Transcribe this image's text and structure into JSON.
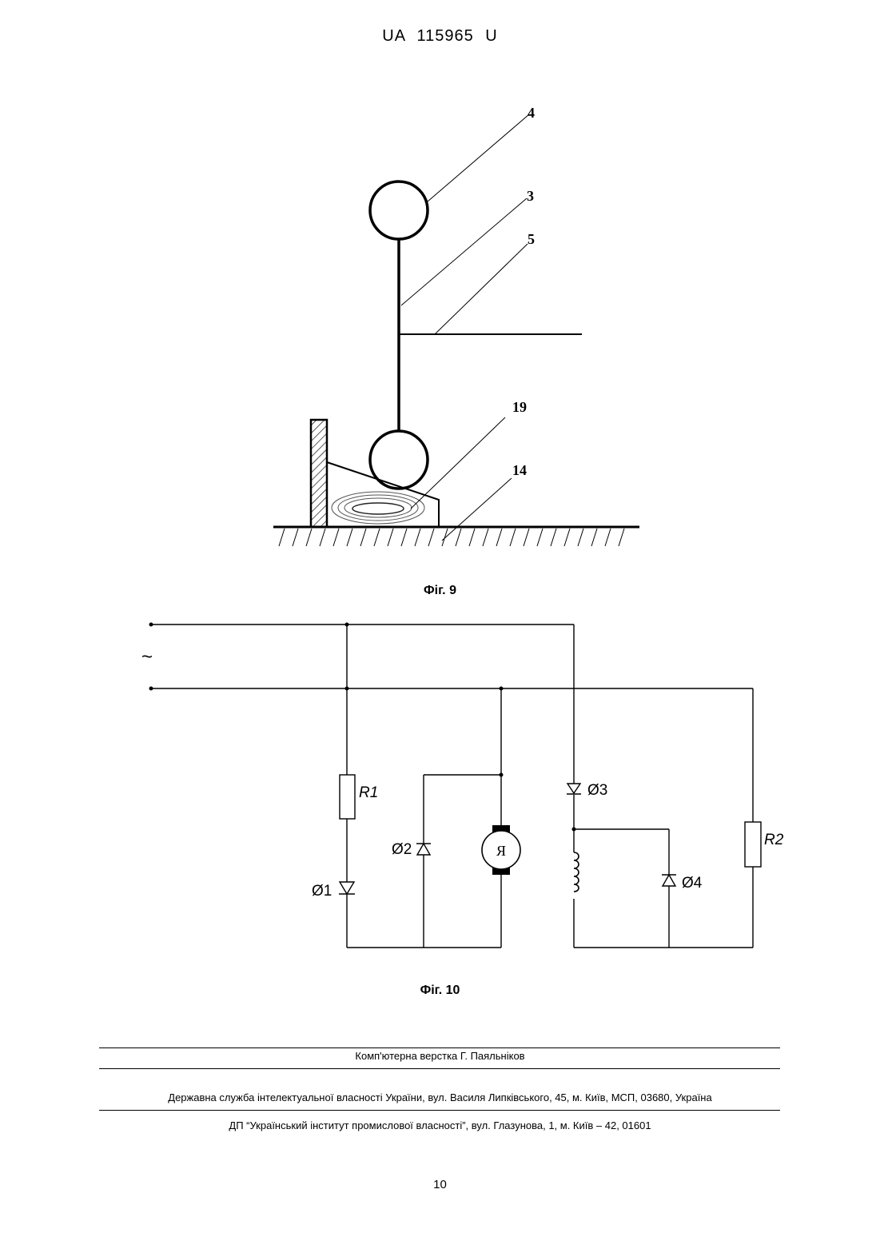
{
  "header": {
    "patent_number": "UA  115965  U"
  },
  "fig9": {
    "caption": "Фіг. 9",
    "labels": {
      "l4": "4",
      "l3": "3",
      "l5": "5",
      "l19": "19",
      "l14": "14"
    }
  },
  "fig10": {
    "caption": "Фіг. 10",
    "labels": {
      "ac_source": "~",
      "r1": "R1",
      "r2": "R2",
      "d1": "Ø1",
      "d2": "Ø2",
      "d3": "Ø3",
      "d4": "Ø4",
      "motor": "Я"
    }
  },
  "footer": {
    "typesetting": "Комп'ютерна верстка Г. Паяльніков",
    "agency": "Державна служба інтелектуальної власності України, вул. Василя Липківського, 45, м. Київ, МСП, 03680, Україна",
    "institute": "ДП “Український інститут промислової власності”, вул. Глазунова, 1, м. Київ – 42, 01601"
  },
  "page_number": "10"
}
